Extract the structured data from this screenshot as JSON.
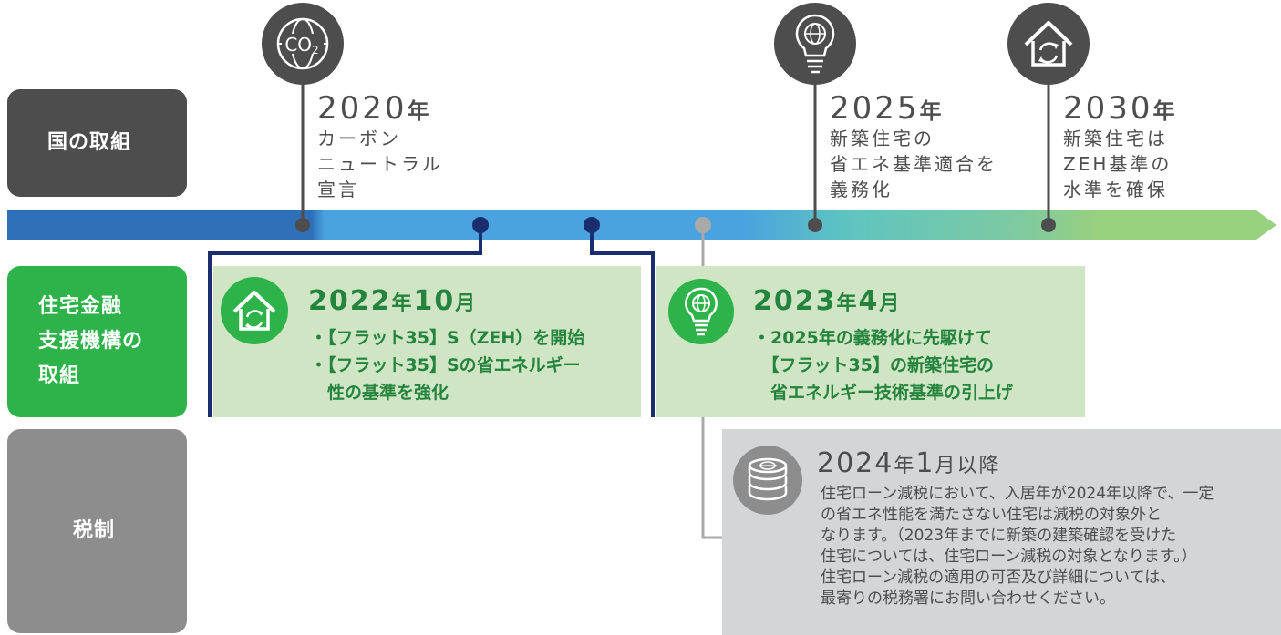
{
  "rows": {
    "gov": "国の取組",
    "jhf": "住宅金融\n支援機構の\n取組",
    "tax": "税制"
  },
  "gov_events": [
    {
      "year": "2020",
      "nen": "年",
      "text": "カーボン\nニュートラル\n宣言",
      "icon": "co2-globe-icon"
    },
    {
      "year": "2025",
      "nen": "年",
      "text": "新築住宅の\n省エネ基準適合を\n義務化",
      "icon": "lightbulb-globe-icon"
    },
    {
      "year": "2030",
      "nen": "年",
      "text": "新築住宅は\nZEH基準の\n水準を確保",
      "icon": "house-recycle-icon"
    }
  ],
  "jhf_events": [
    {
      "year": "2022",
      "nen": "年",
      "month": "10",
      "mon": "月",
      "items": "・【フラット35】S（ZEH）を開始\n・【フラット35】Sの省エネルギー\n　性の基準を強化",
      "icon": "house-recycle-icon"
    },
    {
      "year": "2023",
      "nen": "年",
      "month": "4",
      "mon": "月",
      "items": "・2025年の義務化に先駆けて\n　【フラット35】の新築住宅の\n　省エネルギー技術基準の引上げ",
      "icon": "lightbulb-globe-icon"
    }
  ],
  "tax_event": {
    "year": "2024",
    "nen": "年",
    "month": "1",
    "mon": "月以降",
    "text": "住宅ローン減税において、入居年が2024年以降で、一定\nの省エネ性能を満たさない住宅は減税の対象外と\nなります。（2023年までに新築の建築確認を受けた\n住宅については、住宅ローン減税の対象となります。）\n住宅ローン減税の適用の可否及び詳細については、\n最寄りの税務署にお問い合わせください。",
    "icon": "coin-stack-globe-icon"
  },
  "colors": {
    "timeline": [
      "#2e6fb8",
      "#4aa3de",
      "#5ec4c1",
      "#98d17f"
    ],
    "gov_label": "#4d4d4d",
    "jhf_label": "#2eb34a",
    "tax_label": "#8d8d8d",
    "green_box": "#cfe5c4",
    "green_text": "#24833d",
    "navy": "#1a2d6e",
    "tax_box": "#d4d5d6"
  }
}
